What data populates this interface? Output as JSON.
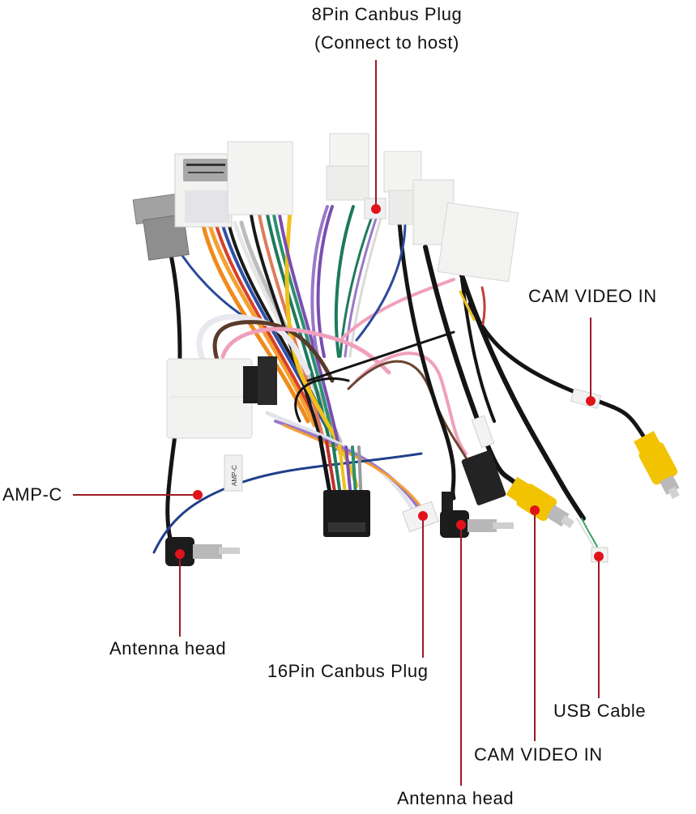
{
  "diagram": {
    "title": "Car stereo Canbus wiring harness",
    "callout_color": "#e0121a",
    "leader_color": "#9b1b24",
    "callouts": [
      {
        "id": "canbus-8pin",
        "lines": [
          "8Pin Canbus Plug",
          "(Connect to host)"
        ]
      },
      {
        "id": "cam-video-in-top",
        "lines": [
          "CAM VIDEO IN"
        ]
      },
      {
        "id": "amp-c",
        "lines": [
          "AMP-C"
        ]
      },
      {
        "id": "antenna-head-left",
        "lines": [
          "Antenna head"
        ]
      },
      {
        "id": "canbus-16pin",
        "lines": [
          "16Pin Canbus Plug"
        ]
      },
      {
        "id": "usb-cable",
        "lines": [
          "USB Cable"
        ]
      },
      {
        "id": "cam-video-in-bottom",
        "lines": [
          "CAM VIDEO IN"
        ]
      },
      {
        "id": "antenna-head-bottom",
        "lines": [
          "Antenna head"
        ]
      }
    ],
    "cable_tags": {
      "amp_c_tag": "AMP-C"
    },
    "colors": {
      "connector_white": "#f4f4f2",
      "connector_grey": "#9a9a9a",
      "rca_yellow": "#f2c300",
      "plug_black": "#1b1b1b",
      "wire_blue": "#1f3f8a"
    }
  }
}
